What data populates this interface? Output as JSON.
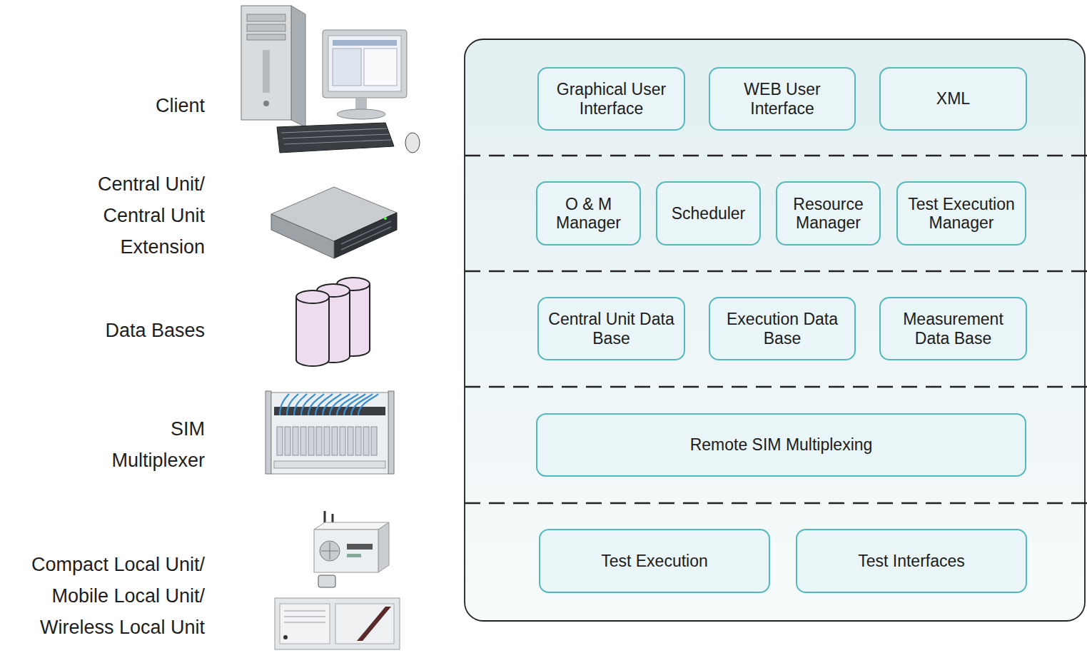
{
  "diagram": {
    "nodes": [
      {
        "text": [
          "Graphical User Interface"
        ]
      },
      {
        "text": [
          "WEB User Interface"
        ]
      },
      {
        "text": [
          "XML"
        ]
      },
      {
        "text": [
          "O & M Manager"
        ]
      },
      {
        "text": [
          "Scheduler"
        ]
      },
      {
        "text": [
          "Resource Manager"
        ]
      },
      {
        "text": [
          "Test Execution Manager"
        ]
      },
      {
        "text": [
          "Central Unit Data Base"
        ]
      },
      {
        "text": [
          "Execution Data Base"
        ]
      },
      {
        "text": [
          "Measurement Data Base"
        ]
      },
      {
        "text": [
          "Remote SIM Multiplexing"
        ]
      },
      {
        "text": [
          "Test Execution"
        ]
      },
      {
        "text": [
          "Test Interfaces"
        ]
      }
    ],
    "labels": [
      "Client",
      "Central Unit/ Central Unit Extension",
      "Data Bases",
      "SIM Multiplexer",
      "Compact Local Unit/ Mobile Local Unit/ Wireless Local Unit"
    ]
  }
}
